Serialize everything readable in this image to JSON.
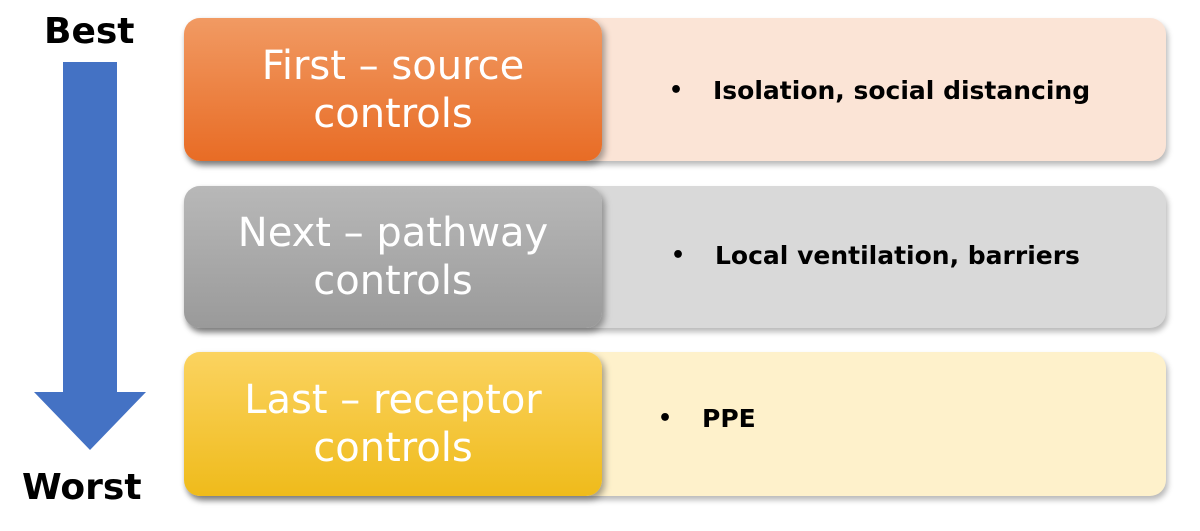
{
  "scale": {
    "top_label": "Best",
    "bottom_label": "Worst",
    "arrow_color": "#4472c4"
  },
  "tiers": [
    {
      "title_line1": "First – source",
      "title_line2": "controls",
      "bullet": "Isolation, social distancing",
      "label_color": "#ec7c30",
      "detail_color": "#fbe4d6"
    },
    {
      "title_line1": "Next – pathway",
      "title_line2": "controls",
      "bullet": "Local ventilation, barriers",
      "label_color": "#a5a5a5",
      "detail_color": "#d9d9d9"
    },
    {
      "title_line1": "Last – receptor",
      "title_line2": "controls",
      "bullet": "PPE",
      "label_color": "#f5c342",
      "detail_color": "#fef1cb"
    }
  ]
}
